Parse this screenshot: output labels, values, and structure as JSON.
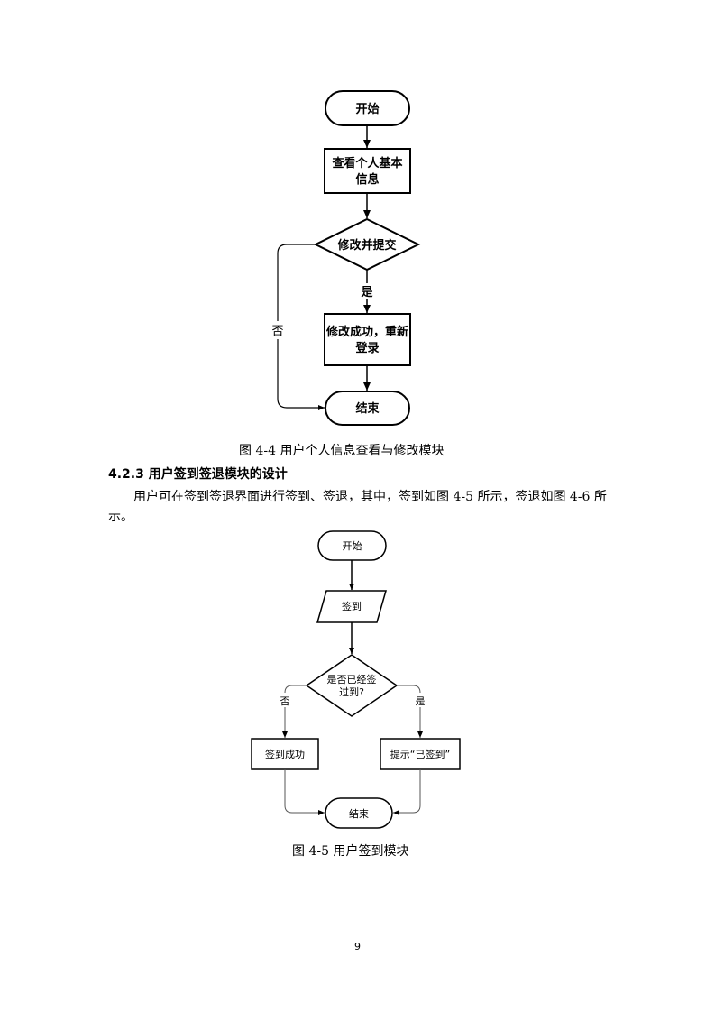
{
  "figure1": {
    "start": "开始",
    "view_line1": "查看个人基本",
    "view_line2": "信息",
    "decision": "修改并提交",
    "yes": "是",
    "no": "否",
    "success_line1": "修改成功，重新",
    "success_line2": "登录",
    "end": "结束",
    "caption": "图 4-4 用户个人信息查看与修改模块"
  },
  "section": {
    "heading": "4.2.3 用户签到签退模块的设计",
    "paragraph": "用户可在签到签退界面进行签到、签退，其中，签到如图 4-5 所示，签退如图 4-6 所示。"
  },
  "figure2": {
    "start": "开始",
    "input": "签到",
    "decision_line1": "是否已经签",
    "decision_line2": "过到?",
    "no": "否",
    "yes": "是",
    "success": "签到成功",
    "prompt": "提示“已签到”",
    "end": "结束",
    "caption": "图 4-5 用户签到模块"
  },
  "page": {
    "number": "9"
  }
}
